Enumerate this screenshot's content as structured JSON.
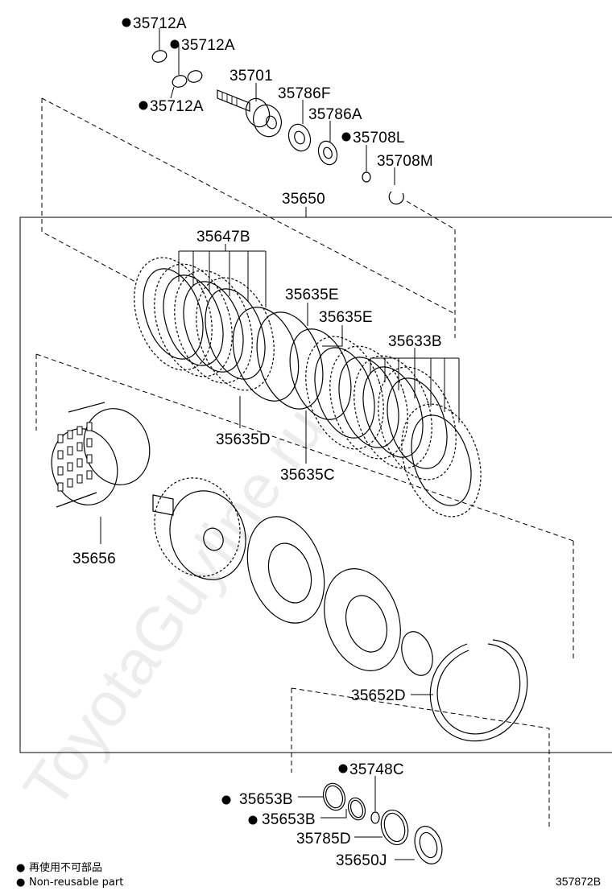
{
  "diagram_id": "357872B",
  "watermark": "ToyotaGuyline.ru",
  "legend": {
    "marker": "●",
    "line1": "再使用不可部品",
    "line2": "Non-reusable part"
  },
  "labels": {
    "p35712a_1": "35712A",
    "p35712a_2": "35712A",
    "p35712a_3": "35712A",
    "p35701": "35701",
    "p35786f": "35786F",
    "p35786a": "35786A",
    "p35708l": "35708L",
    "p35708m": "35708M",
    "p35650": "35650",
    "p35647b": "35647B",
    "p35635e_1": "35635E",
    "p35635e_2": "35635E",
    "p35633b": "35633B",
    "p35635d": "35635D",
    "p35635c": "35635C",
    "p35656": "35656",
    "p35652d": "35652D",
    "p35748c": "35748C",
    "p35653b_1": "35653B",
    "p35653b_2": "35653B",
    "p35785d": "35785D",
    "p35650j": "35650J"
  }
}
